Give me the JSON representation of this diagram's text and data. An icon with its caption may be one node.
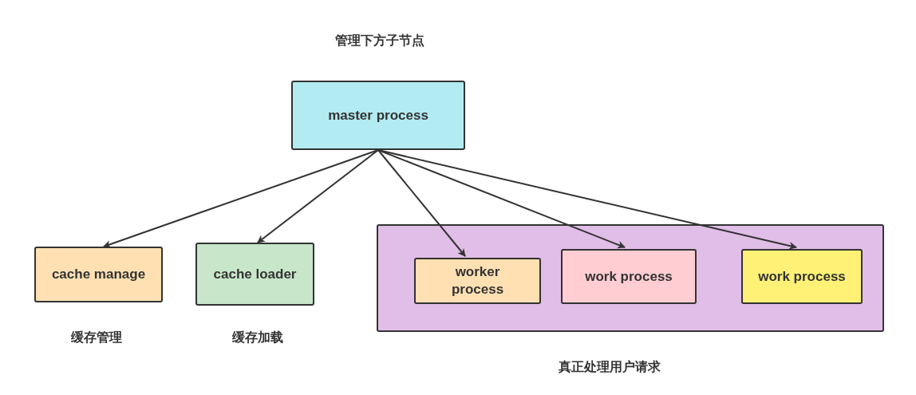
{
  "diagram": {
    "nodes": [
      {
        "text": [
          "master process"
        ],
        "beside": [
          "管理下方子节点"
        ]
      },
      {
        "text": [
          "cache manage"
        ],
        "beside": [
          "缓存管理"
        ]
      },
      {
        "text": [
          "cache loader"
        ],
        "beside": [
          "缓存加载"
        ]
      },
      {
        "text": [],
        "shape": "box",
        "beside": [
          "真正处理用户请求"
        ]
      },
      {
        "text": [
          "worker process"
        ],
        "in": 3
      },
      {
        "text": [
          "work process"
        ],
        "in": 3
      },
      {
        "text": [
          "work process"
        ],
        "in": 3
      }
    ],
    "edges": [
      {
        "from": 0,
        "to": 1,
        "arrow": "to"
      },
      {
        "from": 0,
        "to": 2,
        "arrow": "to"
      },
      {
        "from": 0,
        "to": 4,
        "arrow": "to"
      },
      {
        "from": 0,
        "to": 5,
        "arrow": "to"
      },
      {
        "from": 0,
        "to": 6,
        "arrow": "to"
      }
    ]
  }
}
